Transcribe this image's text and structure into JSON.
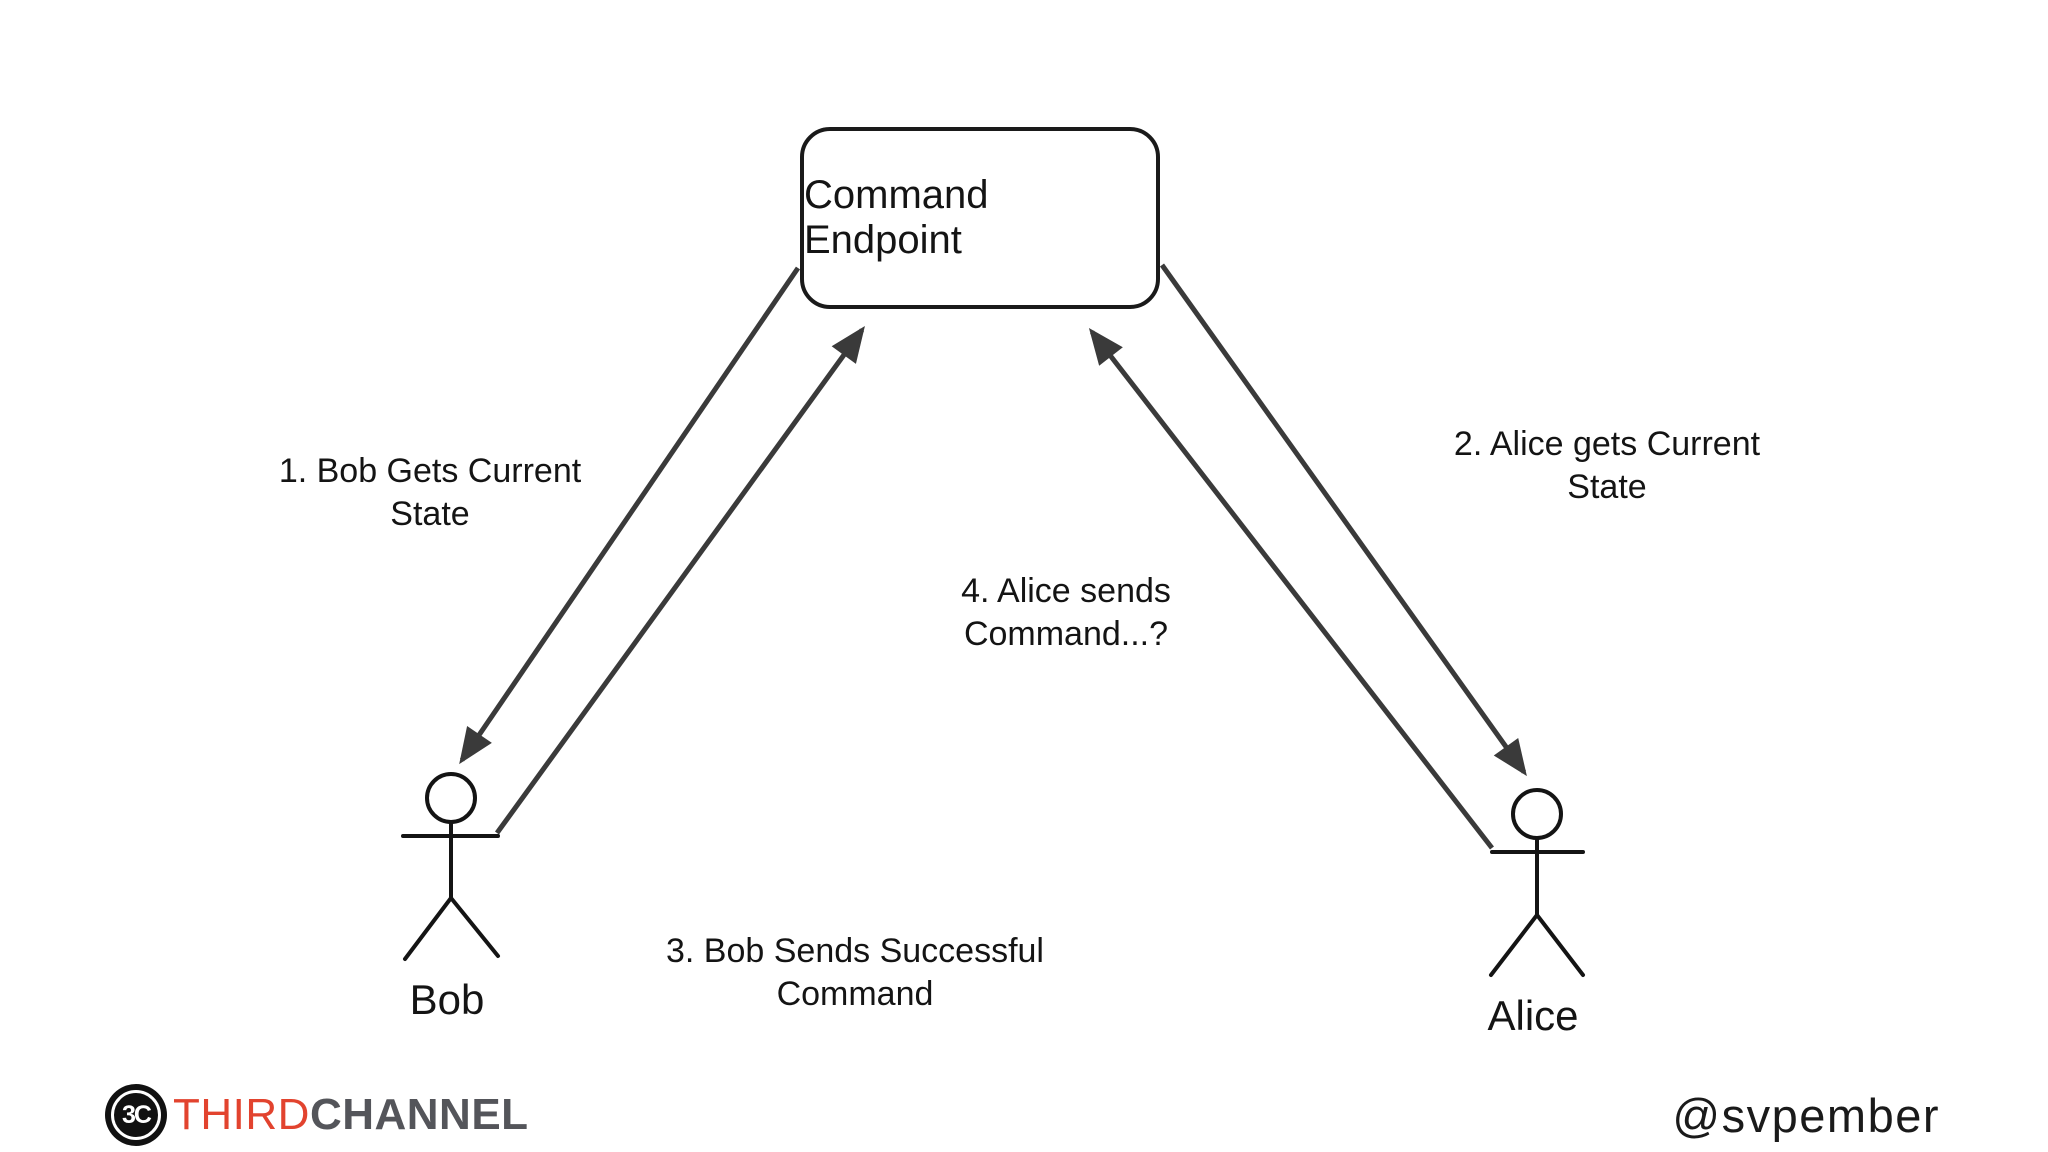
{
  "diagram": {
    "endpoint": {
      "label": "Command Endpoint"
    },
    "steps": [
      {
        "num": "1",
        "text": "1. Bob Gets Current\nState"
      },
      {
        "num": "2",
        "text": "2. Alice gets Current\nState"
      },
      {
        "num": "3",
        "text": "3. Bob Sends Successful\nCommand"
      },
      {
        "num": "4",
        "text": "4. Alice sends\nCommand...?"
      }
    ],
    "actors": {
      "bob": {
        "name": "Bob"
      },
      "alice": {
        "name": "Alice"
      }
    },
    "arrows": [
      {
        "from": "command-endpoint",
        "to": "bob",
        "step": "1"
      },
      {
        "from": "bob",
        "to": "command-endpoint",
        "step": "3"
      },
      {
        "from": "command-endpoint",
        "to": "alice",
        "step": "2"
      },
      {
        "from": "alice",
        "to": "command-endpoint",
        "step": "4"
      }
    ]
  },
  "footer": {
    "logo": {
      "icon_text": "3C",
      "text_primary": "THIRD",
      "text_secondary": "CHANNEL",
      "color_primary": "#e2432e",
      "color_secondary": "#54555a"
    },
    "handle": "@svpember"
  },
  "colors": {
    "background": "#ffffff",
    "arrow": "#3a3a3a",
    "figure": "#141414",
    "box_border": "#1a1a1a"
  }
}
